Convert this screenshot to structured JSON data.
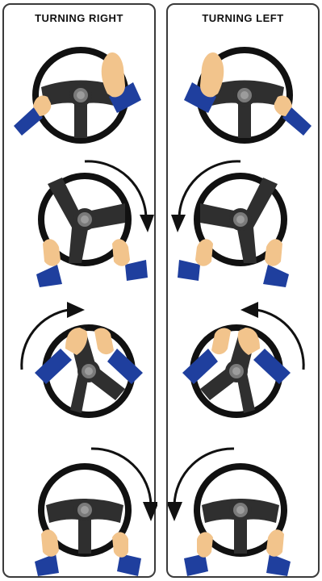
{
  "panels": [
    {
      "id": "right",
      "title": "TURNING  RIGHT"
    },
    {
      "id": "left",
      "title": "TURNING  LEFT"
    }
  ],
  "colors": {
    "wheel": "#111111",
    "spoke": "#2f2f2f",
    "hub": "#7a7a7a",
    "sleeve": "#1f3f9e",
    "skin": "#f2c48c",
    "skin_shadow": "#d9985a",
    "arrow": "#111111",
    "border": "#3a3a3a"
  },
  "icons": [
    "steering-wheel-icon",
    "hand-icon",
    "rotation-arrow-icon"
  ]
}
